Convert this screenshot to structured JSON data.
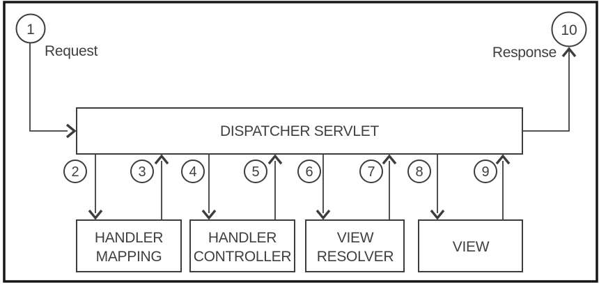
{
  "colors": {
    "background": "#ffffff",
    "border": "#161616",
    "line": "#3d3d3d",
    "text": "#3f3f3f"
  },
  "diagram": {
    "request": {
      "step": "1",
      "label": "Request"
    },
    "response": {
      "step": "10",
      "label": "Response"
    },
    "dispatcher": {
      "label": "DISPATCHER SERVLET"
    },
    "steps": [
      "2",
      "3",
      "4",
      "5",
      "6",
      "7",
      "8",
      "9"
    ],
    "components": [
      {
        "lines": [
          "HANDLER",
          "MAPPING"
        ]
      },
      {
        "lines": [
          "HANDLER",
          "CONTROLLER"
        ]
      },
      {
        "lines": [
          "VIEW",
          "RESOLVER"
        ]
      },
      {
        "lines": [
          "VIEW"
        ]
      }
    ]
  }
}
